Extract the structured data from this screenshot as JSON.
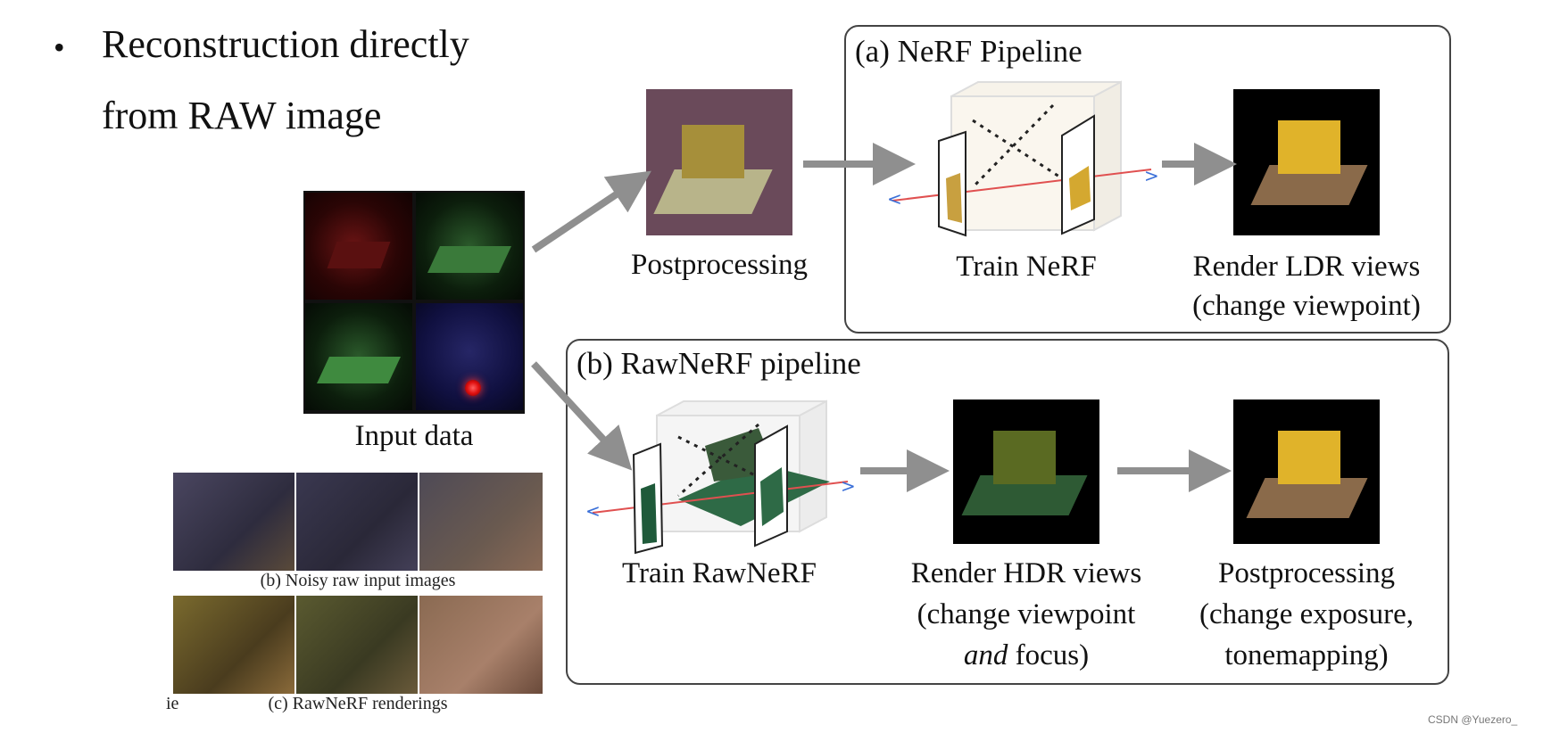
{
  "bullet": {
    "symbol": "•",
    "lines": [
      "Reconstruction directly",
      "from RAW image"
    ]
  },
  "input_label": "Input data",
  "postprocessing_top_label": "Postprocessing",
  "box_a": {
    "title": "(a) NeRF Pipeline",
    "train_label": "Train NeRF",
    "render_line1": "Render LDR views",
    "render_line2": "(change viewpoint)"
  },
  "box_b": {
    "title": "(b) RawNeRF pipeline",
    "train_label": "Train RawNeRF",
    "render_line1": "Render HDR views",
    "render_line2": "(change viewpoint",
    "render_line3_em": "and",
    "render_line3_rest": " focus)",
    "post_line1": "Postprocessing",
    "post_line2": "(change exposure,",
    "post_line3": "tonemapping)"
  },
  "inset": {
    "noisy_caption": "(b) Noisy raw input images",
    "render_caption": "(c) RawNeRF renderings",
    "left_fragment": "ie"
  },
  "watermark": "CSDN @Yuezero_",
  "colors": {
    "arrow": "#8f8f8f",
    "box_border": "#444444",
    "ray_red": "#e05050",
    "axis_blue": "#3a6fd8"
  }
}
